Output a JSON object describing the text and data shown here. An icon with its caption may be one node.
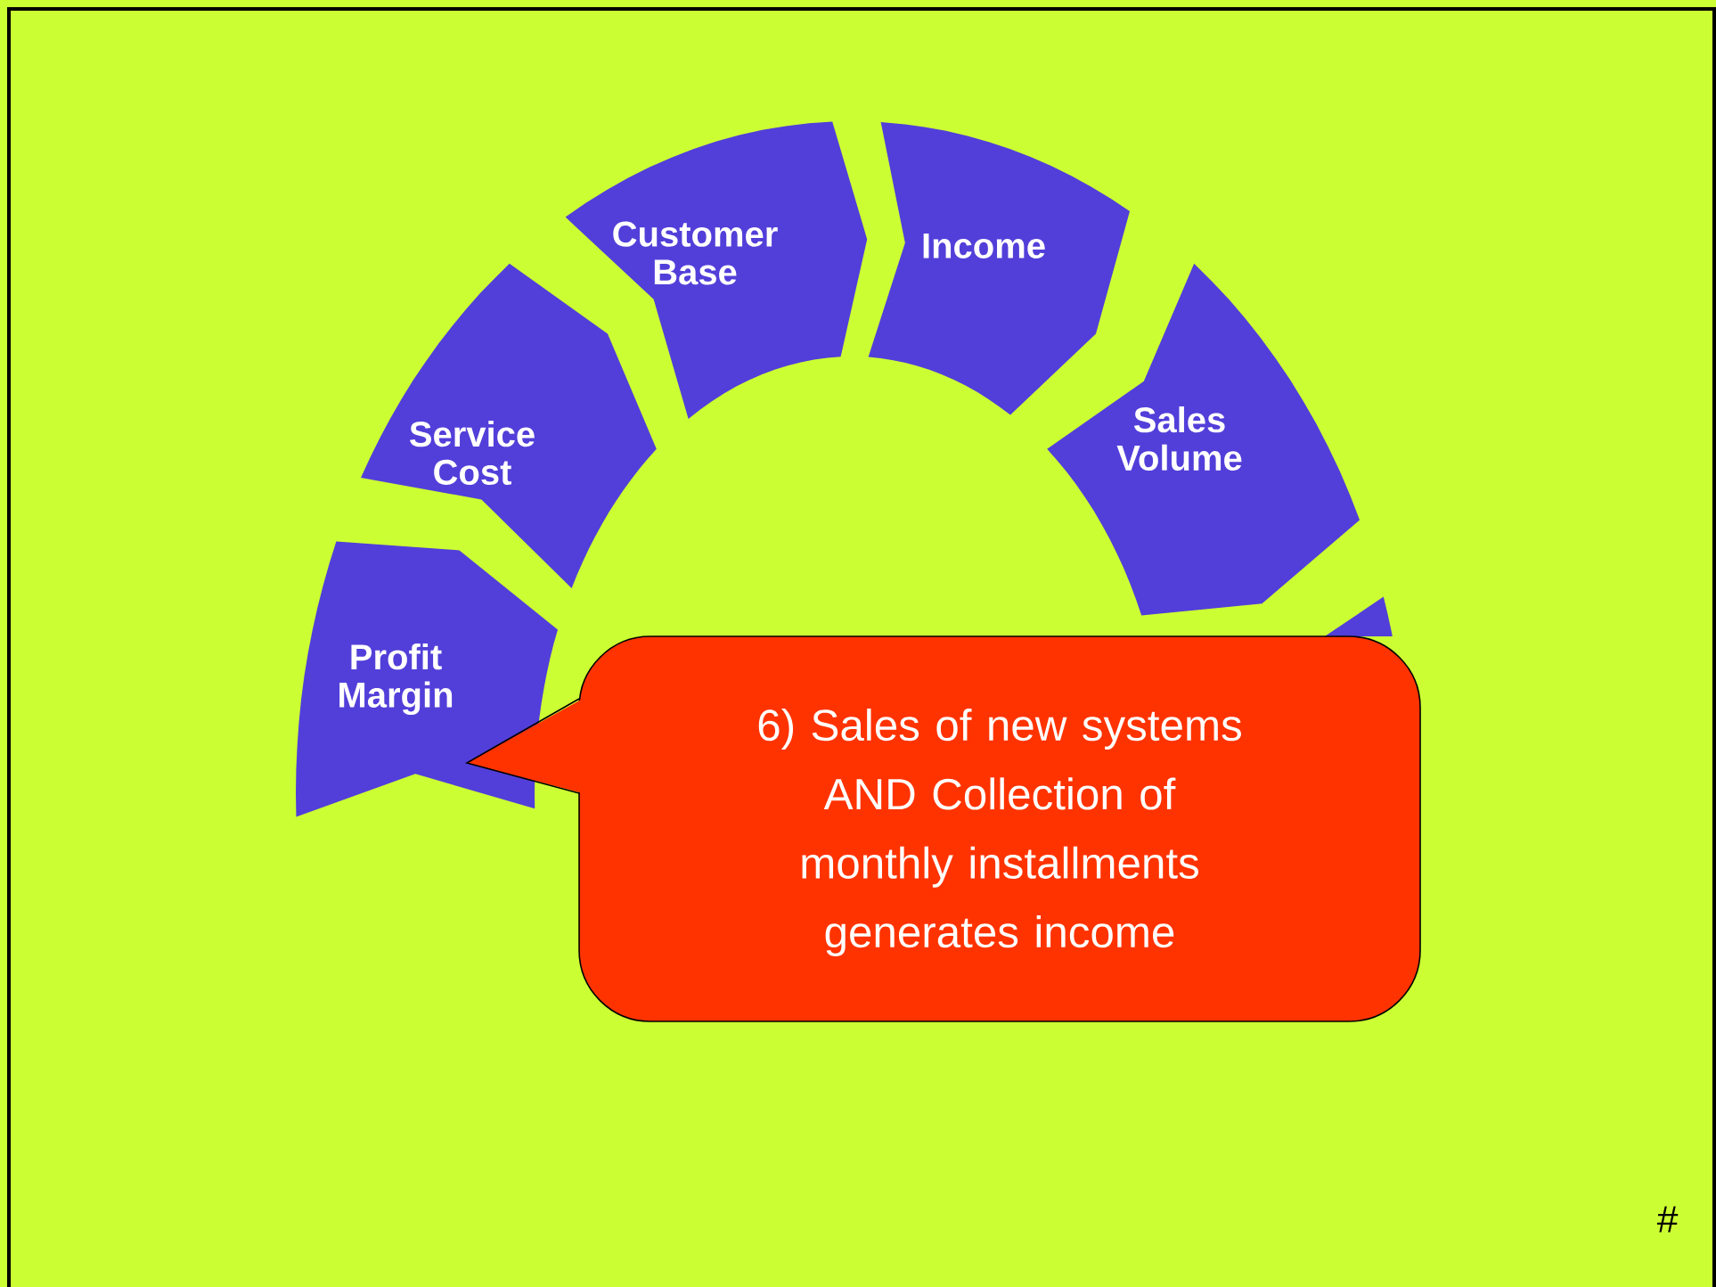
{
  "diagram": {
    "nodes": [
      {
        "text": [
          "Profit Margin"
        ]
      },
      {
        "text": [
          "Service Cost"
        ]
      },
      {
        "text": [
          "Customer Base"
        ]
      },
      {
        "text": [
          "Income"
        ]
      },
      {
        "text": [
          "Sales Volume"
        ]
      },
      {
        "text": [],
        "shape": "box"
      },
      {
        "text": [
          "6) Sales of new systems AND Collection of monthly installments generates income"
        ]
      }
    ],
    "labels": [
      "#"
    ]
  }
}
